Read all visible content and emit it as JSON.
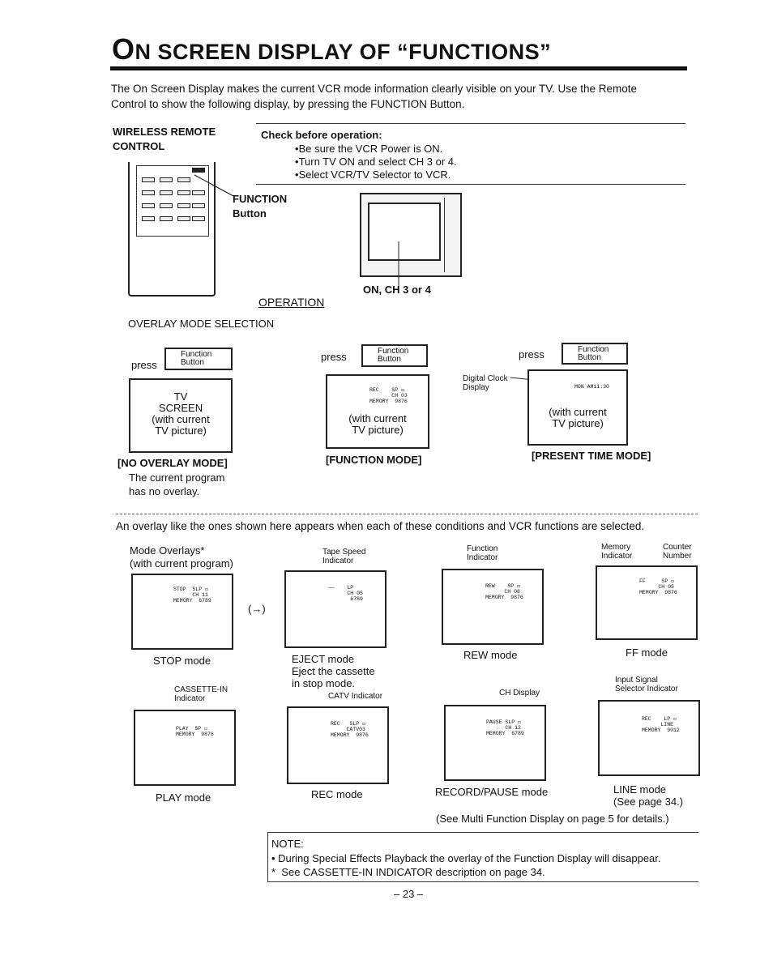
{
  "header": {
    "title_first_letter": "O",
    "title_rest": "N SCREEN DISPLAY OF “FUNCTIONS”"
  },
  "intro": {
    "line1": "The On Screen Display makes the current VCR mode information clearly visible on your TV. Use the Remote",
    "line2": "Control to show the following display, by pressing the FUNCTION Button."
  },
  "remote_section": {
    "label_line1": "WIRELESS REMOTE",
    "label_line2": "CONTROL",
    "function_label_line1": "FUNCTION",
    "function_label_line2": "Button",
    "tv_label": "ON, CH 3 or 4",
    "operation": "OPERATION"
  },
  "check": {
    "heading": "Check before operation:",
    "items": [
      "Be sure the VCR Power is ON.",
      "Turn TV ON and select CH 3 or 4.",
      "Select VCR/TV Selector to VCR."
    ]
  },
  "overlay_selection": {
    "heading": "OVERLAY MODE SELECTION",
    "press": "press",
    "button_line1": "Function",
    "button_line2": "Button",
    "no_overlay": {
      "screen_line1": "TV",
      "screen_line2": "SCREEN",
      "screen_line3": "(with current",
      "screen_line4": "TV picture)",
      "title": "[NO OVERLAY MODE]",
      "desc_line1": "The current program",
      "desc_line2": "has no overlay."
    },
    "function_mode": {
      "osd": "REC    SP ▭\n       CH 03\nMEMORY  9876",
      "screen_line1": "(with current",
      "screen_line2": "TV picture)",
      "title": "[FUNCTION MODE]"
    },
    "present_time": {
      "callout_line1": "Digital Clock",
      "callout_line2": "Display",
      "osd": "MON AM11:30",
      "screen_line1": "(with current",
      "screen_line2": "TV picture)",
      "title": "[PRESENT TIME MODE]"
    }
  },
  "overlays": {
    "intro": "An overlay like the ones shown here appears when each of these conditions and VCR functions are selected.",
    "heading_line1": "Mode Overlays*",
    "heading_line2": "(with current program)",
    "arrow": "(→)",
    "tape_speed_line1": "Tape Speed",
    "tape_speed_line2": "Indicator",
    "function_ind_line1": "Function",
    "function_ind_line2": "Indicator",
    "memory_ind_line1": "Memory",
    "memory_ind_line2": "Indicator",
    "counter_line1": "Counter",
    "counter_line2": "Number",
    "cassette_line1": "CASSETTE-IN",
    "cassette_line2": "Indicator",
    "catv_label": "CATV Indicator",
    "ch_display_label": "CH Display",
    "input_line1": "Input Signal",
    "input_line2": "Selector Indicator",
    "stop": {
      "osd": "STOP  SLP ▭\n      CH 11\nMEMORY  6789",
      "label": "STOP mode"
    },
    "eject": {
      "osd": "——    LP\n      CH 05\n       6789",
      "label": "EJECT mode",
      "desc_line1": "Eject the cassette",
      "desc_line2": "in stop mode."
    },
    "rew": {
      "osd": "REW    SP ▭\n      CH 08\nMEMORY  9876",
      "label": "REW mode"
    },
    "ff": {
      "osd": "FF     SP ▭\n      CH 05\nMEMORY  9876",
      "label": "FF mode"
    },
    "play": {
      "osd": "PLAY  SP ▭\nMEMORY  9876",
      "label": "PLAY mode"
    },
    "rec": {
      "osd": "REC   SLP ▭\n     CATV03\nMEMORY  9876",
      "label": "REC mode"
    },
    "pause": {
      "osd": "PAUSE SLP ▭\n      CH 12\nMEMORY  6789",
      "label": "RECORD/PAUSE mode"
    },
    "line": {
      "osd": "REC    LP ▭\n      LINE\nMEMORY  9012",
      "label_line1": "LINE mode",
      "label_line2": "(See page 34.)"
    },
    "see_multi": "(See Multi Function Display on page 5 for details.)"
  },
  "note": {
    "heading": "NOTE:",
    "line1": "During Special Effects Playback the overlay of the Function Display will disappear.",
    "line2": "See CASSETTE-IN INDICATOR description on page 34."
  },
  "page_number": "– 23 –",
  "icons": [
    "tv-set-icon",
    "remote-control-icon",
    "arrow-right-icon"
  ]
}
